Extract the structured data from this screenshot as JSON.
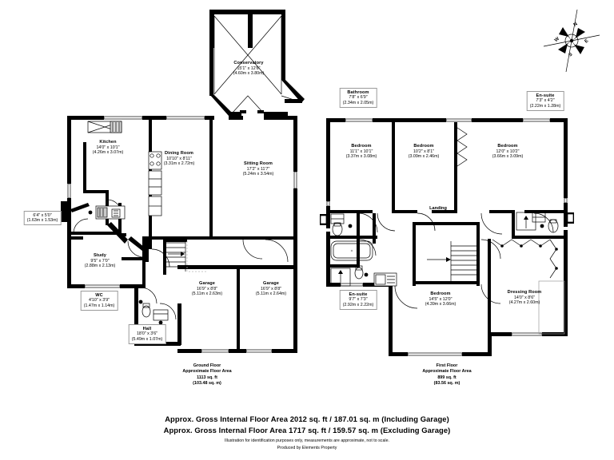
{
  "document": {
    "type": "floor-plan",
    "producer": "Produced by Elements Property",
    "disclaimer": "Illustration for identification purposes only, measurements are approximate, not to scale.",
    "gross_internal_including_garage": "Approx. Gross Internal Floor Area 2012 sq. ft / 187.01 sq. m (Including Garage)",
    "gross_internal_excluding_garage": "Approx. Gross Internal Floor Area 1717 sq. ft / 159.57 sq. m (Excluding Garage)"
  },
  "compass": {
    "north": "N",
    "south": "S",
    "east": "E",
    "west": "W"
  },
  "ground_floor": {
    "caption": {
      "title": "Ground Floor",
      "subtitle": "Approximate Floor Area",
      "area_ft": "1113 sq. ft",
      "area_m": "(103.48 sq. m)"
    },
    "rooms": [
      {
        "name": "Conservatory",
        "imperial": "15'1\" x 12'6\"",
        "metric": "(4.60m x 3.80m)"
      },
      {
        "name": "Kitchen",
        "imperial": "14'0\" x 10'1\"",
        "metric": "(4.26m x 3.07m)"
      },
      {
        "name": "Dining Room",
        "imperial": "10'10\" x 8'11\"",
        "metric": "(3.31m x 2.72m)"
      },
      {
        "name": "Sitting Room",
        "imperial": "17'2\" x 11'7\"",
        "metric": "(5.24m x 3.54m)"
      },
      {
        "name": "",
        "imperial": "6'4\" x 5'0\"",
        "metric": "(1.63m x 1.53m)"
      },
      {
        "name": "Study",
        "imperial": "9'5\" x 7'0\"",
        "metric": "(2.88m x 2.13m)"
      },
      {
        "name": "WC",
        "imperial": "4'10\" x 3'9\"",
        "metric": "(1.47m x 1.14m)"
      },
      {
        "name": "Hall",
        "imperial": "18'0\" x 3'6\"",
        "metric": "(5.49m x 1.07m)"
      },
      {
        "name": "Garage",
        "imperial": "16'9\" x 8'8\"",
        "metric": "(5.11m x 2.63m)"
      },
      {
        "name": "Garage",
        "imperial": "16'9\" x 8'8\"",
        "metric": "(5.11m x 2.64m)"
      }
    ]
  },
  "first_floor": {
    "caption": {
      "title": "First Floor",
      "subtitle": "Approximate Floor Area",
      "area_ft": "899 sq. ft",
      "area_m": "(83.56 sq. m)"
    },
    "landing_label": "Landing",
    "rooms": [
      {
        "name": "Bathroom",
        "imperial": "7'8\" x 6'9\"",
        "metric": "(2.34m x 2.05m)"
      },
      {
        "name": "En-suite",
        "imperial": "7'3\" x 4'2\"",
        "metric": "(2.22m x 1.28m)"
      },
      {
        "name": "Bedroom",
        "imperial": "11'1\" x 10'1\"",
        "metric": "(3.37m x 3.08m)"
      },
      {
        "name": "Bedroom",
        "imperial": "10'2\" x 8'1\"",
        "metric": "(3.09m x 2.46m)"
      },
      {
        "name": "Bedroom",
        "imperial": "12'0\" x 10'2\"",
        "metric": "(3.66m x 3.09m)"
      },
      {
        "name": "En-suite",
        "imperial": "9'7\" x 7'3\"",
        "metric": "(2.92m x 2.22m)"
      },
      {
        "name": "Bedroom",
        "imperial": "14'5\" x 12'0\"",
        "metric": "(4.39m x 3.66m)"
      },
      {
        "name": "Dressing Room",
        "imperial": "14'0\" x 8'6\"",
        "metric": "(4.27m x 2.60m)"
      }
    ]
  },
  "colors": {
    "wall": "#000000",
    "background": "#ffffff",
    "label_box_border": "#9a9a9a"
  }
}
